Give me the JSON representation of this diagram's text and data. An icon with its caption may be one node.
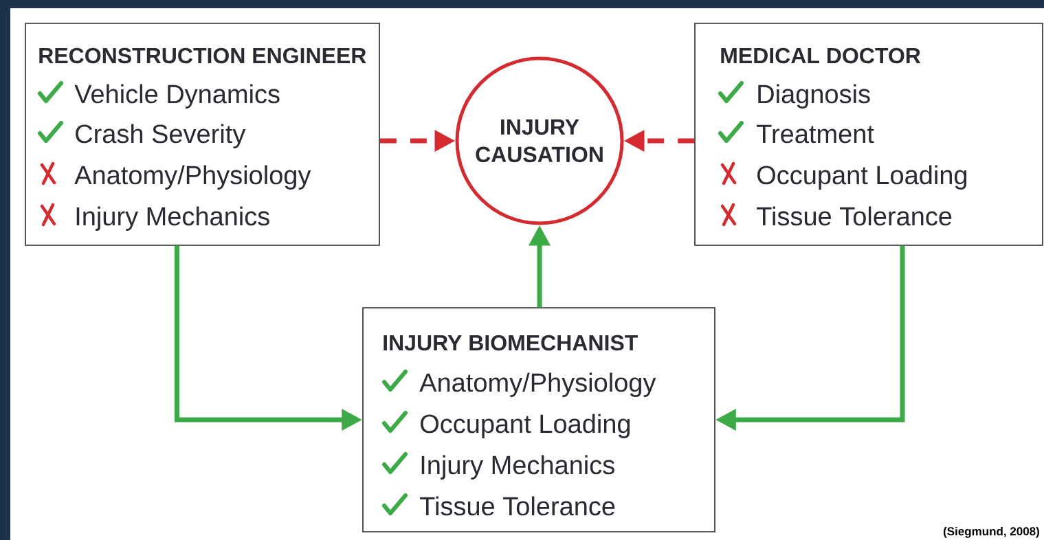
{
  "diagram": {
    "nodes": [
      {
        "text": [
          "RECONSTRUCTION ENGINEER",
          "Vehicle Dynamics",
          "Crash Severity",
          "Anatomy/Physiology",
          "Injury Mechanics"
        ]
      },
      {
        "text": [
          "INJURY CAUSATION"
        ]
      },
      {
        "text": [
          "MEDICAL DOCTOR",
          "Diagnosis",
          "Treatment",
          "Occupant Loading",
          "Tissue Tolerance"
        ]
      },
      {
        "text": [
          "INJURY BIOMECHANIST",
          "Anatomy/Physiology",
          "Occupant Loading",
          "Injury Mechanics",
          "Tissue Tolerance"
        ]
      }
    ],
    "edges": [
      {
        "from": 0,
        "to": 1,
        "arrow": "to",
        "style": "dashed",
        "color": "#d42a30"
      },
      {
        "from": 2,
        "to": 1,
        "arrow": "to",
        "style": "dashed",
        "color": "#d42a30"
      },
      {
        "from": 3,
        "to": 1,
        "arrow": "to",
        "color": "#3baa47"
      },
      {
        "from": 0,
        "to": 3,
        "arrow": "to",
        "color": "#3baa47"
      },
      {
        "from": 2,
        "to": 3,
        "arrow": "to",
        "color": "#3baa47"
      }
    ],
    "labels": [
      "(Siegmund, 2008)"
    ]
  }
}
